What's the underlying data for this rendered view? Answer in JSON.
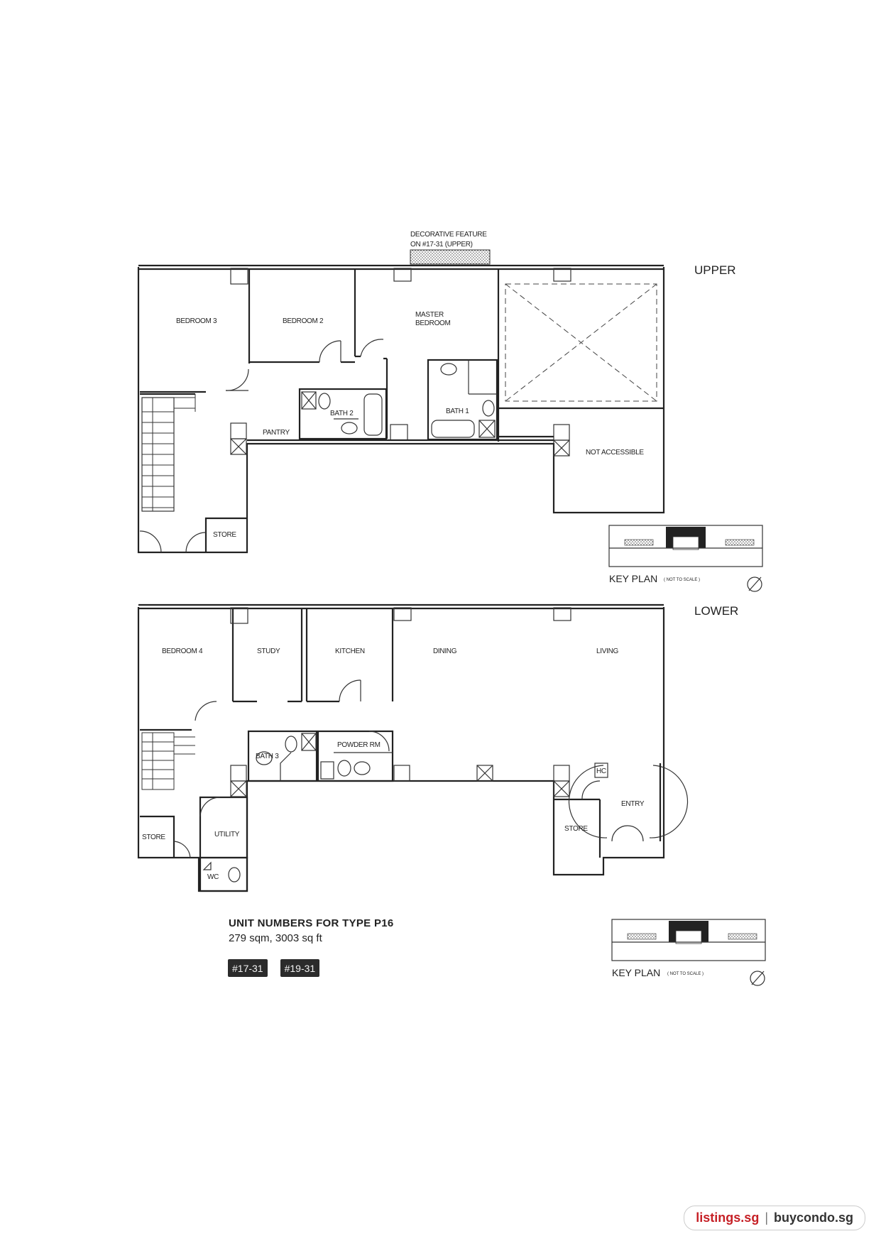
{
  "upper_plan": {
    "level_label": "UPPER",
    "feature_note_line1": "DECORATIVE FEATURE",
    "feature_note_line2": "ON #17-31 (UPPER)",
    "rooms": {
      "bedroom3": "BEDROOM 3",
      "bedroom2": "BEDROOM 2",
      "master_line1": "MASTER",
      "master_line2": "BEDROOM",
      "bath1": "BATH 1",
      "bath2": "BATH 2",
      "pantry": "PANTRY",
      "store": "STORE",
      "not_accessible": "NOT ACCESSIBLE"
    }
  },
  "lower_plan": {
    "level_label": "LOWER",
    "rooms": {
      "bedroom4": "BEDROOM 4",
      "study": "STUDY",
      "kitchen": "KITCHEN",
      "dining": "DINING",
      "living": "LIVING",
      "bath3": "BATH 3",
      "powder": "POWDER RM",
      "store_left": "STORE",
      "utility": "UTILITY",
      "wc": "WC",
      "store_right": "STORE",
      "entry": "ENTRY",
      "hc": "HC"
    }
  },
  "key_plan": {
    "label": "KEY PLAN",
    "note": "( NOT TO SCALE )"
  },
  "unit_info": {
    "title": "UNIT NUMBERS FOR TYPE P16",
    "size": "279 sqm, 3003 sq ft",
    "units": [
      "#17-31",
      "#19-31"
    ]
  },
  "footer": {
    "site1": "listings.sg",
    "separator": "|",
    "site2": "buycondo.sg"
  },
  "colors": {
    "ink": "#222222",
    "badge_bg": "#2b2b2b",
    "brand_red": "#c62026"
  }
}
